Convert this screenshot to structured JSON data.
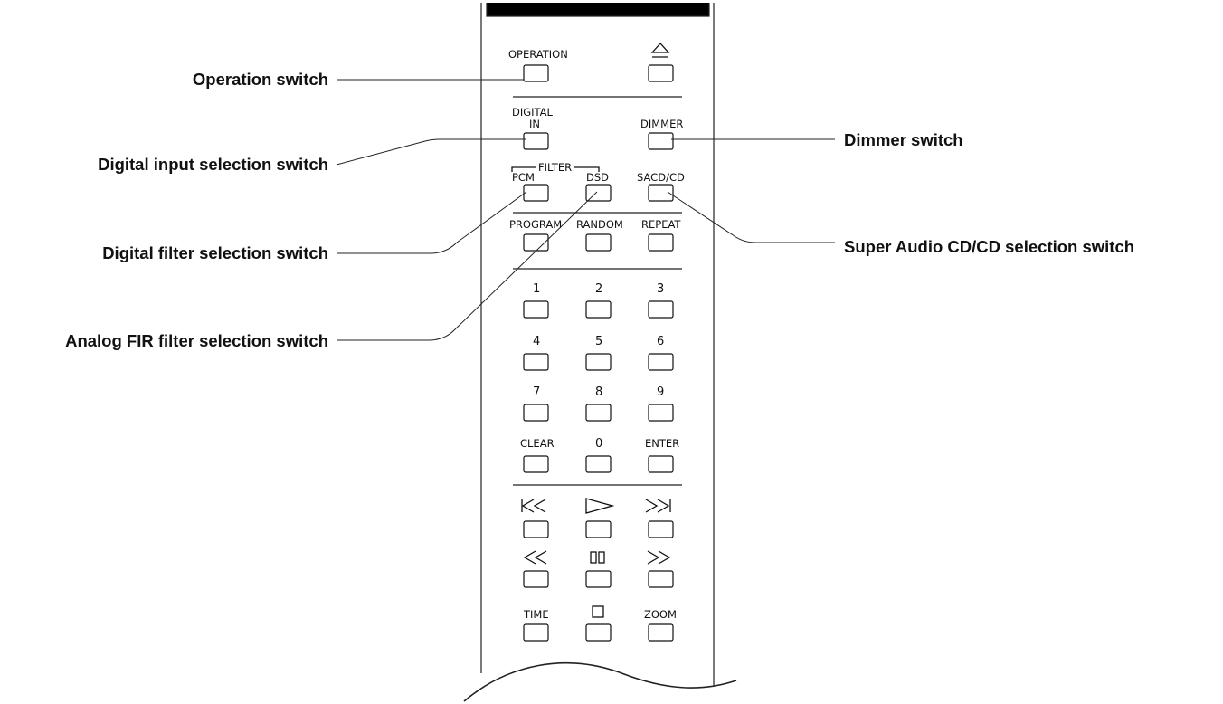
{
  "callouts": {
    "operation": "Operation switch",
    "digital_input": "Digital input selection switch",
    "digital_filter": "Digital filter selection switch",
    "analog_fir": "Analog FIR filter selection switch",
    "dimmer": "Dimmer switch",
    "sacd_cd": "Super Audio CD/CD selection switch"
  },
  "keys": {
    "operation": "OPERATION",
    "digital_in_line1": "DIGITAL",
    "digital_in_line2": "IN",
    "dimmer": "DIMMER",
    "filter_group": "FILTER",
    "pcm": "PCM",
    "dsd": "DSD",
    "sacd_cd": "SACD/CD",
    "program": "PROGRAM",
    "random": "RANDOM",
    "repeat": "REPEAT",
    "n1": "1",
    "n2": "2",
    "n3": "3",
    "n4": "4",
    "n5": "5",
    "n6": "6",
    "n7": "7",
    "n8": "8",
    "n9": "9",
    "clear": "CLEAR",
    "n0": "0",
    "enter": "ENTER",
    "time": "TIME",
    "zoom": "ZOOM"
  },
  "icons": {
    "eject": "eject-icon",
    "skip_back": "skip-back-icon",
    "play": "play-icon",
    "skip_forward": "skip-forward-icon",
    "rewind": "rewind-icon",
    "pause": "pause-icon",
    "fast_forward": "fast-forward-icon",
    "stop": "stop-icon"
  }
}
